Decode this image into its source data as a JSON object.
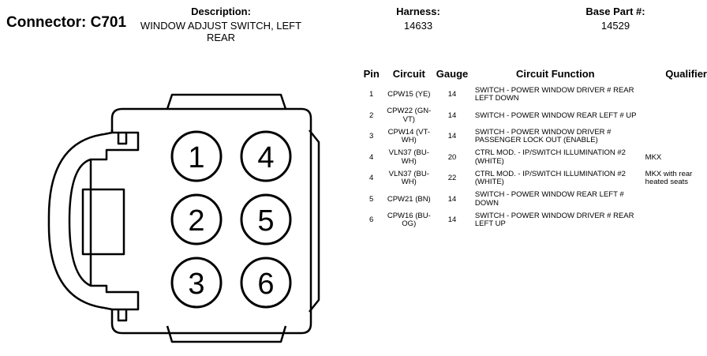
{
  "header": {
    "connector_label": "Connector: C701",
    "description_label": "Description:",
    "description_value": "WINDOW ADJUST SWITCH, LEFT REAR",
    "harness_label": "Harness:",
    "harness_value": "14633",
    "base_part_label": "Base Part #:",
    "base_part_value": "14529"
  },
  "connector_pins": [
    "1",
    "4",
    "2",
    "5",
    "3",
    "6"
  ],
  "table": {
    "headers": {
      "pin": "Pin",
      "circuit": "Circuit",
      "gauge": "Gauge",
      "function": "Circuit Function",
      "qualifier": "Qualifier"
    },
    "rows": [
      {
        "pin": "1",
        "circuit": "CPW15 (YE)",
        "gauge": "14",
        "function": "SWITCH - POWER WINDOW DRIVER # REAR LEFT DOWN",
        "qualifier": ""
      },
      {
        "pin": "2",
        "circuit": "CPW22 (GN-VT)",
        "gauge": "14",
        "function": "SWITCH - POWER WINDOW REAR LEFT # UP",
        "qualifier": ""
      },
      {
        "pin": "3",
        "circuit": "CPW14 (VT-WH)",
        "gauge": "14",
        "function": "SWITCH - POWER WINDOW DRIVER # PASSENGER LOCK OUT (ENABLE)",
        "qualifier": ""
      },
      {
        "pin": "4",
        "circuit": "VLN37 (BU-WH)",
        "gauge": "20",
        "function": "CTRL MOD. - IP/SWITCH ILLUMINATION #2 (WHITE)",
        "qualifier": "MKX"
      },
      {
        "pin": "4",
        "circuit": "VLN37 (BU-WH)",
        "gauge": "22",
        "function": "CTRL MOD. - IP/SWITCH ILLUMINATION #2 (WHITE)",
        "qualifier": "MKX with rear heated seats"
      },
      {
        "pin": "5",
        "circuit": "CPW21 (BN)",
        "gauge": "14",
        "function": "SWITCH - POWER WINDOW REAR LEFT # DOWN",
        "qualifier": ""
      },
      {
        "pin": "6",
        "circuit": "CPW16 (BU-OG)",
        "gauge": "14",
        "function": "SWITCH - POWER WINDOW DRIVER # REAR LEFT UP",
        "qualifier": ""
      }
    ]
  }
}
